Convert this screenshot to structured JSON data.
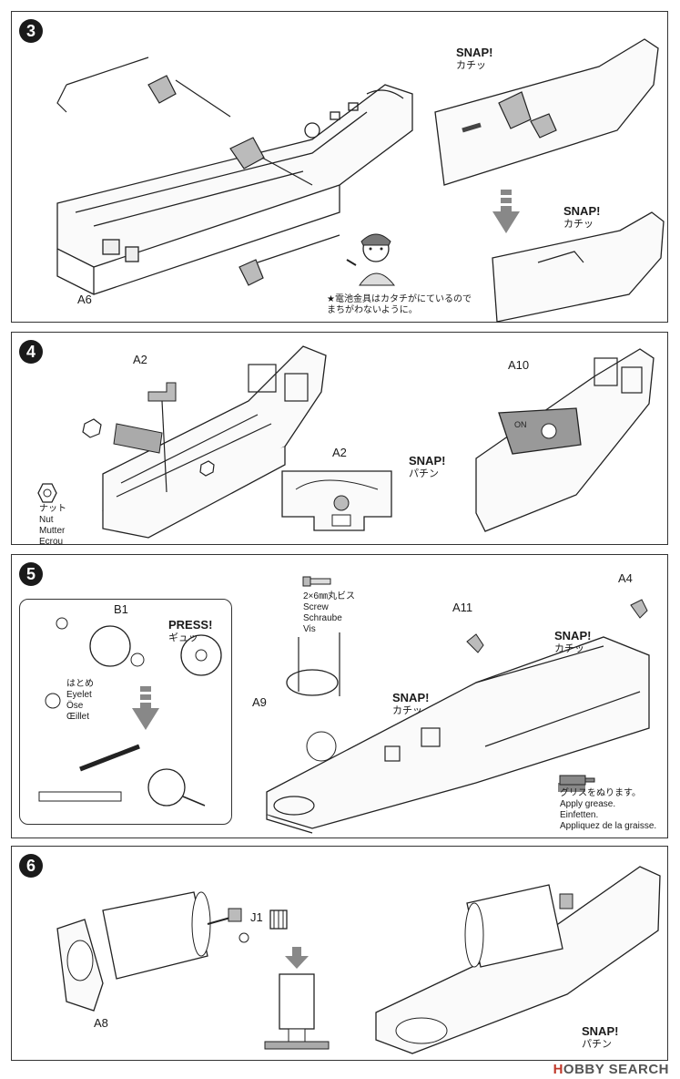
{
  "steps": [
    {
      "number": "3",
      "parts": [
        "A6"
      ],
      "snaps": [
        {
          "title": "SNAP!",
          "sub": "カチッ"
        },
        {
          "title": "SNAP!",
          "sub": "カチッ"
        }
      ],
      "note": "★電池金具はカタチがにているので\nまちがわないように。"
    },
    {
      "number": "4",
      "parts": [
        "A2",
        "A2",
        "A10"
      ],
      "nut_label": "ナット\nNut\nMutter\nEcrou",
      "snaps": [
        {
          "title": "SNAP!",
          "sub": "パチン"
        }
      ],
      "plate_text": "ON"
    },
    {
      "number": "5",
      "parts": [
        "B1",
        "A9",
        "A11",
        "A4"
      ],
      "press": {
        "title": "PRESS!",
        "sub": "ギュッ"
      },
      "eyelet_label": "はとめ\nEyelet\nÖse\nŒillet",
      "screw_label": "2×6㎜丸ビス\nScrew\nSchraube\nVis",
      "snaps": [
        {
          "title": "SNAP!",
          "sub": "カチッ"
        },
        {
          "title": "SNAP!",
          "sub": "カチッ"
        }
      ],
      "grease_label": "グリスをぬります。\nApply grease.\nEinfetten.\nAppliquez de la graisse."
    },
    {
      "number": "6",
      "parts": [
        "J1",
        "A8"
      ],
      "snaps": [
        {
          "title": "SNAP!",
          "sub": "パチン"
        }
      ]
    }
  ],
  "watermark": {
    "prefix": "H",
    "text": "OBBY SEARCH"
  }
}
